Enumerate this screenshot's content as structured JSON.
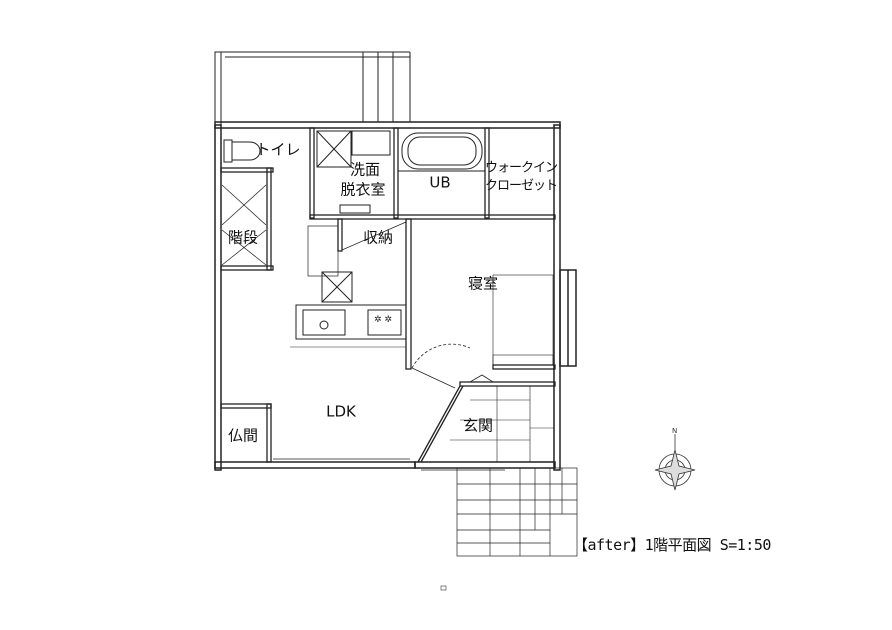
{
  "title": "【after】1階平面図 S=1:50",
  "rooms": {
    "toilet": "トイレ",
    "washroom_1": "洗面",
    "washroom_2": "脱衣室",
    "bath": "UB",
    "wic_1": "ウォークイン",
    "wic_2": "クローゼット",
    "stairs": "階段",
    "storage": "収納",
    "bedroom": "寝室",
    "ldk": "LDK",
    "butsuma": "仏間",
    "entrance": "玄関"
  },
  "compass": {
    "north_label": "N"
  }
}
